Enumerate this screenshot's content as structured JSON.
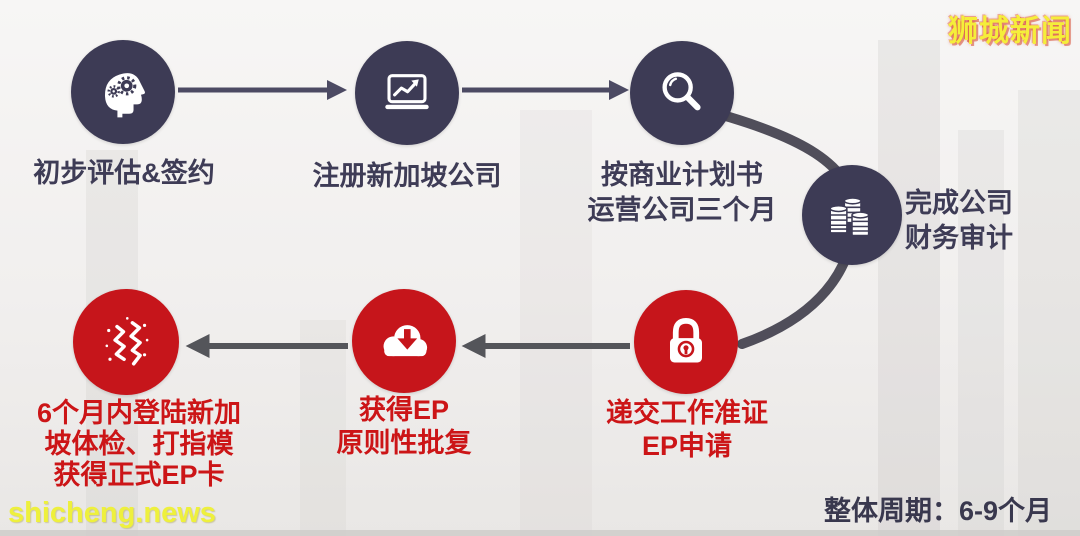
{
  "brand_badge": "狮城新闻",
  "site_watermark": "shicheng.news",
  "overall_cycle_label": "整体周期：6-9个月",
  "colors": {
    "navy_node": "#3d3b55",
    "red_node": "#c6151b",
    "navy_text": "#3e3c56",
    "red_text": "#cc1517",
    "arrow_navy": "#4c4a63",
    "arrow_gray": "#54555a",
    "watermark_yellow": "#eef03c"
  },
  "flow": {
    "steps": [
      {
        "icon": "head-gears-icon",
        "color": "navy",
        "lines": [
          "初步评估&签约"
        ]
      },
      {
        "icon": "laptop-chart-icon",
        "color": "navy",
        "lines": [
          "注册新加坡公司"
        ]
      },
      {
        "icon": "magnifier-icon",
        "color": "navy",
        "lines": [
          "按商业计划书",
          "运营公司三个月"
        ]
      },
      {
        "icon": "coins-icon",
        "color": "navy",
        "lines": [
          "完成公司",
          "财务审计"
        ]
      },
      {
        "icon": "lock-icon",
        "color": "red",
        "lines": [
          "递交工作准证",
          "EP申请"
        ]
      },
      {
        "icon": "cloud-download-icon",
        "color": "red",
        "lines": [
          "获得EP",
          "原则性批复"
        ]
      },
      {
        "icon": "sparks-icon",
        "color": "red",
        "lines": [
          "6个月内登陆新加",
          "坡体检、打指模",
          "获得正式EP卡"
        ]
      }
    ]
  }
}
